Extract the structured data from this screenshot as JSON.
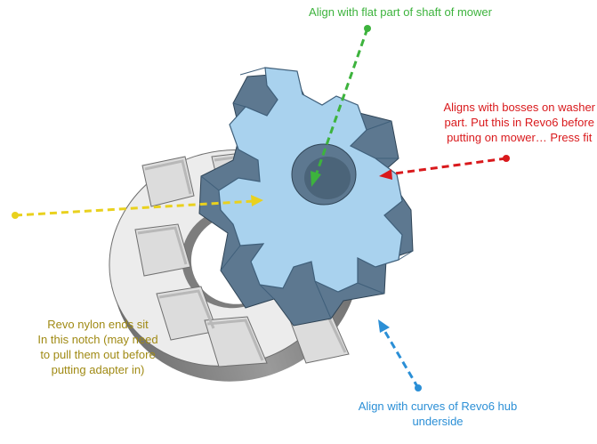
{
  "colors": {
    "green": "#3db33d",
    "red": "#d9191c",
    "yellow": "#e9d11e",
    "yellow_text": "#a08a14",
    "blue": "#2b8fd6",
    "part_top": "#a9d2ee",
    "part_side": "#5d7890",
    "washer_top": "#ececec",
    "washer_side": "#8a8a8a"
  },
  "annotations": {
    "green": {
      "lines": [
        "Align with flat part of shaft of mower"
      ]
    },
    "red": {
      "lines": [
        "Aligns with bosses on washer",
        "part. Put this in Revo6 before",
        "putting on mower… Press fit"
      ]
    },
    "yellow": {
      "lines": [
        "Revo nylon ends sit",
        "In this notch (may need",
        "to pull them out before",
        "putting adapter in)"
      ]
    },
    "blue": {
      "lines": [
        "Align with curves of Revo6 hub",
        "underside"
      ]
    }
  }
}
